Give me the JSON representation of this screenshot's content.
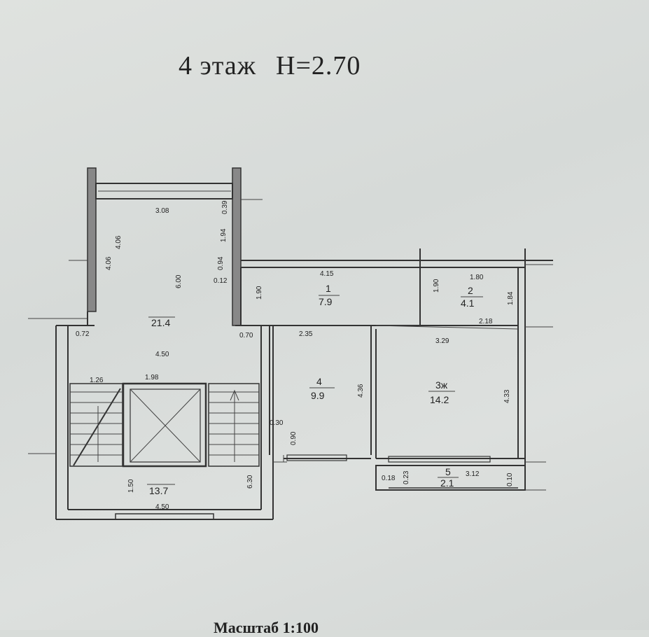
{
  "header": {
    "floor": "4 этаж",
    "height": "H=2.70"
  },
  "footer": {
    "scale_text": "Масштаб 1:100"
  },
  "rooms": [
    {
      "id": "1",
      "area": "7.9"
    },
    {
      "id": "2",
      "area": "4.1"
    },
    {
      "id": "3ж",
      "area": "14.2"
    },
    {
      "id": "4",
      "area": "9.9"
    },
    {
      "id": "5",
      "area": "2.1"
    },
    {
      "id": "",
      "area": "21.4"
    },
    {
      "id": "",
      "area": "13.7"
    }
  ],
  "dimensions": {
    "d308": "3.08",
    "d039": "0.39",
    "d194": "1.94",
    "d406": "4.06",
    "d406b": "4.06",
    "d094": "0.94",
    "d012": "0.12",
    "d600": "6.00",
    "d072": "0.72",
    "d070": "0.70",
    "d450a": "4.50",
    "d126": "1.26",
    "d198": "1.98",
    "d415": "4.15",
    "d190a": "1.90",
    "d180": "1.80",
    "d190b": "1.90",
    "d184": "1.84",
    "d235": "2.35",
    "d218": "2.18",
    "d329": "3.29",
    "d436": "4.36",
    "d433": "4.33",
    "d030": "0.30",
    "d090": "0.90",
    "d150": "1.50",
    "d630": "6.30",
    "d450b": "4.50",
    "d018": "0.18",
    "d023": "0.23",
    "d312": "3.12",
    "d010": "0.10"
  }
}
